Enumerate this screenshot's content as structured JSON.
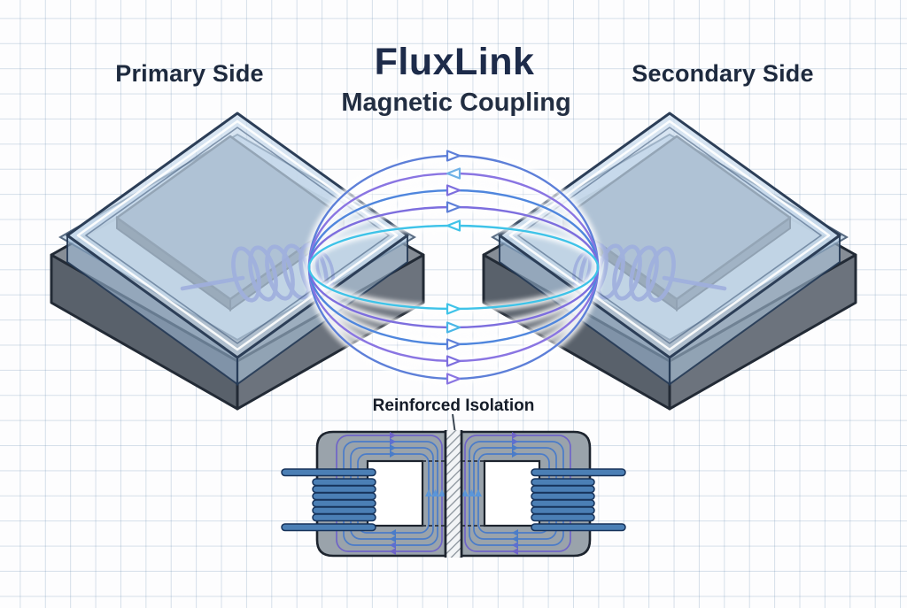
{
  "header": {
    "title": "FluxLink",
    "subtitle": "Magnetic Coupling",
    "primary_label": "Primary Side",
    "secondary_label": "Secondary Side"
  },
  "isolation": {
    "label": "Reinforced Isolation"
  },
  "colors": {
    "title_text": "#1d2b4a",
    "label_text": "#1e2a3e",
    "grid_line": "#c6d4e1",
    "background": "#fdfdfe",
    "flux_blue": "#5d7fd8",
    "flux_purple": "#7d6ede",
    "flux_cyan": "#3fc3e8",
    "device_base_gray": "#6c737d",
    "device_lid_blue": "#bcd2e6",
    "inner_panel_slate": "#8496aa",
    "coil_blue_violet": "#575fc2",
    "core_gray": "#9aa3ab",
    "winding_steel_blue": "#4b7fb5",
    "outline_dark": "#1d242e"
  }
}
